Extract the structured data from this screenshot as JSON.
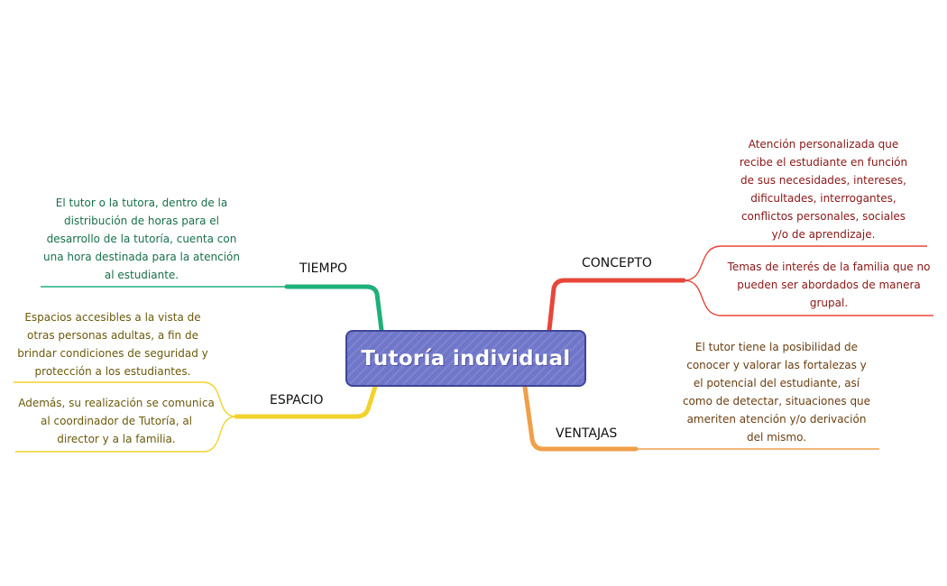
{
  "central": {
    "title": "Tutoría individual"
  },
  "branches": {
    "concepto": {
      "label": "CONCEPTO",
      "color": "#e8463a",
      "notes": [
        "Atención personalizada que recibe el estudiante en función de sus necesidades, intereses, dificultades, interrogantes, conflictos personales, sociales y/o de aprendizaje.",
        "Temas de interés de la familia que no pueden ser abordados de manera grupal."
      ]
    },
    "tiempo": {
      "label": "TIEMPO",
      "color": "#1fb07a",
      "notes": [
        "El tutor o la tutora, dentro de la distribución de horas para el desarrollo de la tutoría, cuenta con una hora destinada para la atención al estudiante."
      ]
    },
    "espacio": {
      "label": "ESPACIO",
      "color": "#f2d22e",
      "notes": [
        "Espacios accesibles a la vista de otras personas adultas, a fin de brindar condiciones de seguridad y protección a los estudiantes.",
        "Además, su realización se comunica al coordinador de Tutoría, al director y a la familia."
      ]
    },
    "ventajas": {
      "label": "VENTAJAS",
      "color": "#f0a04a",
      "notes": [
        "El tutor tiene la posibilidad de conocer y valorar las fortalezas y el potencial del estudiante, así como de detectar, situaciones que ameriten atención y/o derivación del mismo."
      ]
    }
  }
}
